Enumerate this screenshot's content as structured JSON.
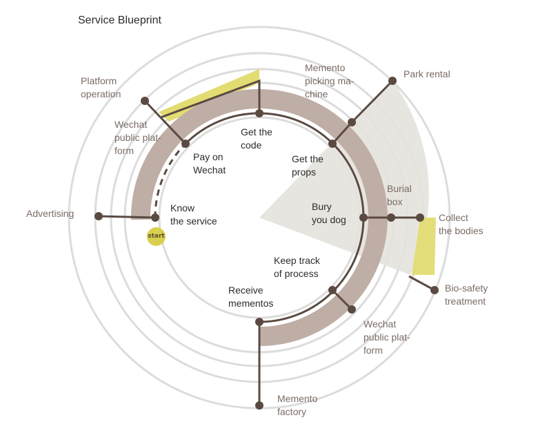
{
  "title": "Service Blueprint",
  "start_label": "start",
  "touchpoints": [
    "Know\nthe service",
    "Pay on\nWechat",
    "Get the\ncode",
    "Get the\nprops",
    "Bury\nyou dog",
    "Keep track\nof process",
    "Receive\nmementos"
  ],
  "supporting": [
    "Advertising",
    "Platform\noperation",
    "Wechat\npublic plat-\nform",
    "Memento\npicking ma-\nchine",
    "Park rental",
    "Burial\nbox",
    "Collect\nthe bodies",
    "Bio-safety\ntreatment",
    "Wechat\npublic plat-\nform",
    "Memento\nfactory"
  ],
  "colors": {
    "ring": "#bfaea6",
    "line": "#5a4a42",
    "highlight": "#e3dc73",
    "sector": "#e4e2dc",
    "guide": "#dcdcdc",
    "start": "#d9cf4f"
  }
}
